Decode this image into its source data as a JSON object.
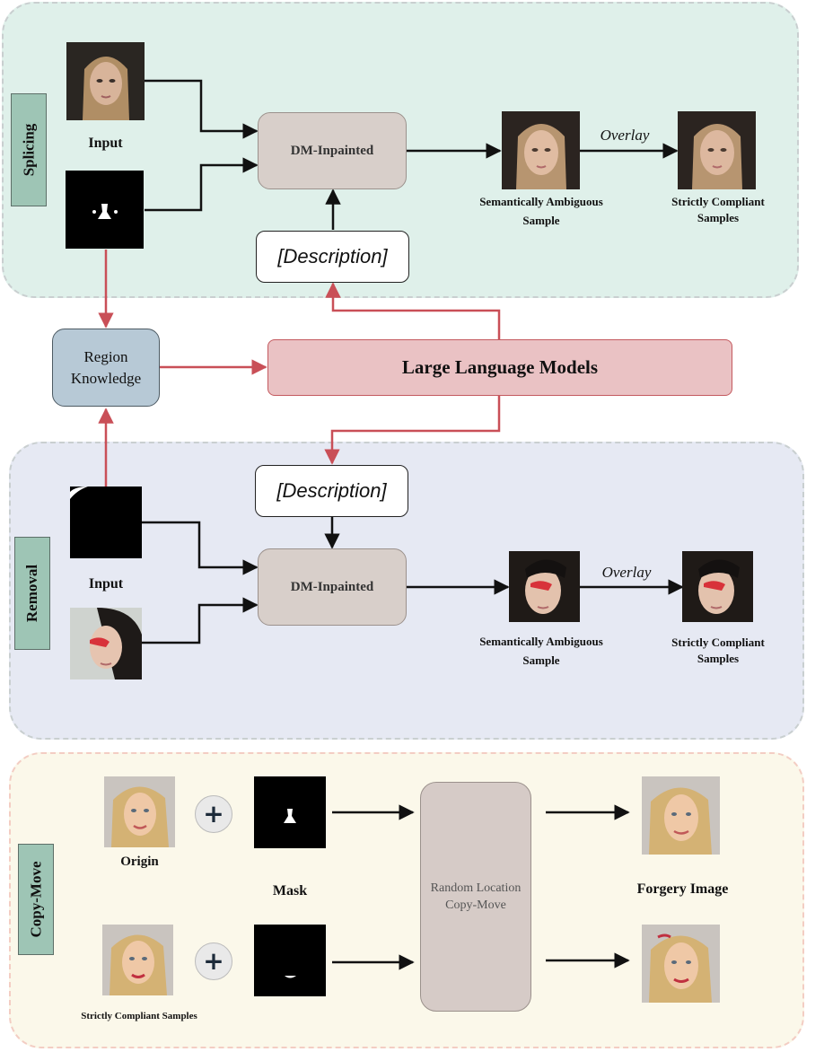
{
  "sections": {
    "splicing": "Splicing",
    "removal": "Removal",
    "copy_move": "Copy-Move"
  },
  "splicing": {
    "input_label": "Input",
    "dm_label": "DM-Inpainted",
    "description": "[Description]",
    "overlay": "Overlay",
    "ambiguous_label": "Semantically Ambiguous Sample",
    "compliant_label": "Strictly Compliant Samples"
  },
  "center": {
    "region_label": "Region Knowledge",
    "llm_label": "Large Language Models"
  },
  "removal": {
    "input_label": "Input",
    "dm_label": "DM-Inpainted",
    "description": "[Description]",
    "overlay": "Overlay",
    "ambiguous_label": "Semantically Ambiguous Sample",
    "compliant_label": "Strictly Compliant Samples"
  },
  "copy_move": {
    "origin_label": "Origin",
    "mask_label": "Mask",
    "process_label": "Random Location Copy-Move",
    "forgery_label": "Forgery Image",
    "compliant_label": "Strictly Compliant Samples"
  },
  "icons": [
    "plus-icon",
    "arrow-icon",
    "face-photo",
    "mask-image"
  ],
  "colors": {
    "splicing_bg": "#dff0ea",
    "removal_bg": "#e6e9f3",
    "copymove_bg": "#fbf8ea",
    "llm_fill": "#eac2c4",
    "red_arrow": "#c94f57",
    "dm_fill": "#d8cfca"
  }
}
